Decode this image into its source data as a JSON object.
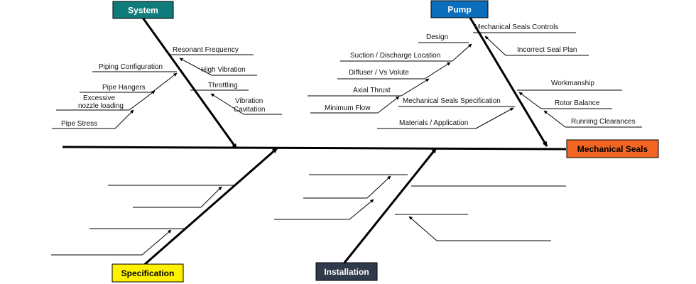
{
  "effect": {
    "label": "Mechanical Seals",
    "color": "#f26522"
  },
  "categories": {
    "system": {
      "label": "System",
      "color": "#0f7b7b",
      "text_color": "#ffffff"
    },
    "pump": {
      "label": "Pump",
      "color": "#0a6ebd",
      "text_color": "#ffffff"
    },
    "specification": {
      "label": "Specification",
      "color": "#fff200",
      "text_color": "#000000"
    },
    "installation": {
      "label": "Installation",
      "color": "#2f3a4a",
      "text_color": "#ffffff"
    }
  },
  "causes": {
    "resonant_frequency": "Resonant Frequency",
    "high_vibration": "High Vibration",
    "throttling": "Throttling",
    "vibration_cavitation_1": "Vibration",
    "vibration_cavitation_2": "Cavitation",
    "piping_configuration": "Piping  Configuration",
    "pipe_hangers": "Pipe Hangers",
    "excessive_nozzle_1": "Excessive",
    "excessive_nozzle_2": "nozzle loading",
    "pipe_stress": "Pipe Stress",
    "mechanical_seals_controls": "Mechanical  Seals  Controls",
    "incorrect_seal_plan": "Incorrect Seal Plan",
    "design": "Design",
    "suction_discharge": "Suction / Discharge  Location",
    "diffuser_volute": "Diffuser  / Vs Volute",
    "axial_thrust": "Axial  Thrust",
    "minimum_flow": "Minimum   Flow",
    "mechanical_seals_specification": "Mechanical  Seals  Specification",
    "materials_application": "Materials  /  Application",
    "workmanship": "Workmanship",
    "rotor_balance": "Rotor Balance",
    "running_clearances": "Running Clearances"
  }
}
